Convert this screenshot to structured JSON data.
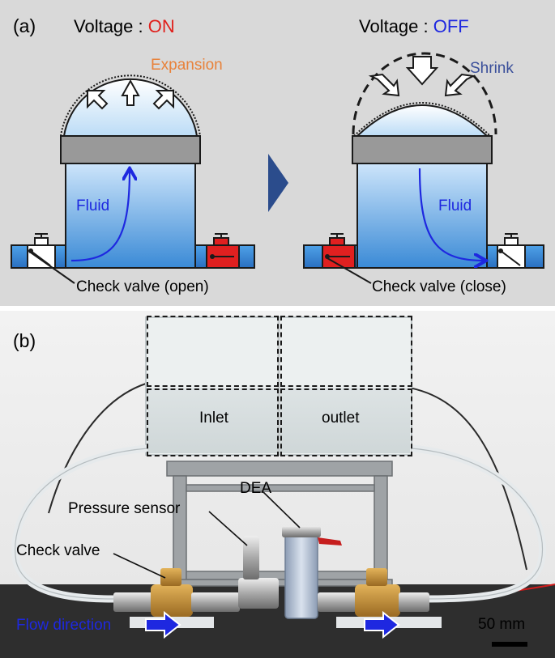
{
  "panel_a": {
    "label": "(a)",
    "left": {
      "voltage_prefix": "Voltage : ",
      "voltage_state": "ON",
      "voltage_color": "#e0201c",
      "motion_label": "Expansion",
      "motion_color": "#e8823a",
      "fluid_label": "Fluid",
      "valve_label": "Check valve (open)"
    },
    "right": {
      "voltage_prefix": "Voltage : ",
      "voltage_state": "OFF",
      "voltage_color": "#1e28e0",
      "motion_label": "Shrink",
      "motion_color": "#3a4f9a",
      "fluid_label": "Fluid",
      "valve_label": "Check valve (close)"
    },
    "fluid_color": "#1e28e0",
    "arrow_color": "#2b4c8c"
  },
  "panel_b": {
    "label": "(b)",
    "inlet_label": "Inlet",
    "outlet_label": "outlet",
    "dea_label": "DEA",
    "pressure_sensor_label": "Pressure sensor",
    "check_valve_label": "Check valve",
    "flow_direction_label": "Flow direction",
    "flow_direction_color": "#1e28e0",
    "scale_label": "50 mm"
  }
}
